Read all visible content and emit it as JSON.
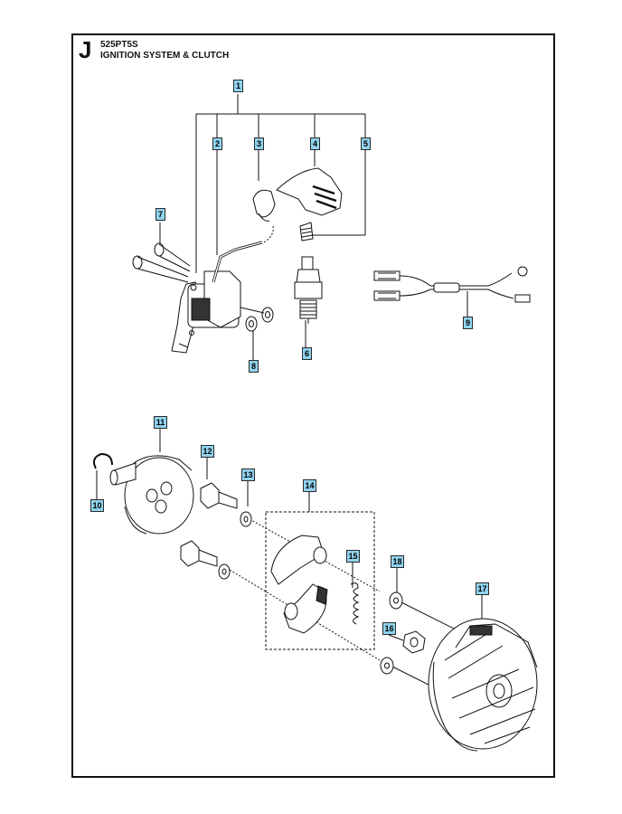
{
  "header": {
    "section_letter": "J",
    "model": "525PT5S",
    "title": "IGNITION SYSTEM & CLUTCH"
  },
  "callouts": [
    "1",
    "2",
    "3",
    "4",
    "5",
    "6",
    "7",
    "8",
    "9",
    "10",
    "11",
    "12",
    "13",
    "14",
    "15",
    "16",
    "17",
    "18"
  ],
  "colors": {
    "callout_fill": "#8fd3ee",
    "line": "#111111"
  }
}
